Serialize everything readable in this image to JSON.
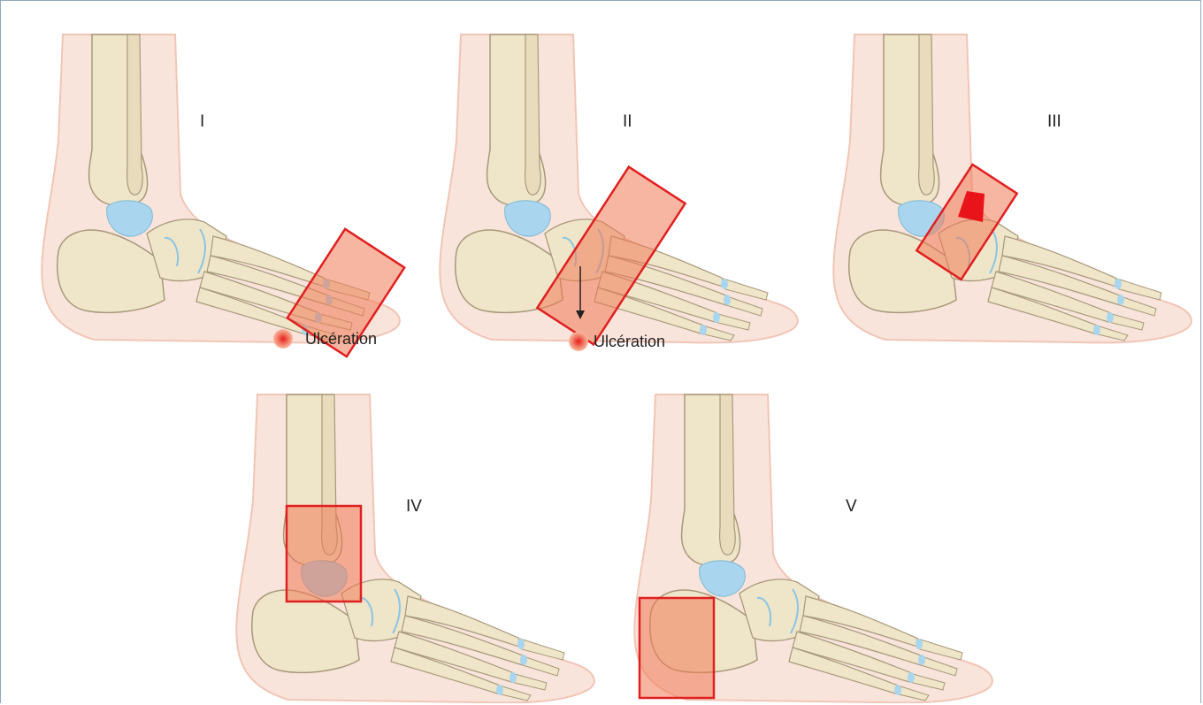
{
  "figure": {
    "panels": [
      {
        "label": "I",
        "ulcer_label": "Ulcération"
      },
      {
        "label": "II",
        "ulcer_label": "Ulcération"
      },
      {
        "label": "III"
      },
      {
        "label": "IV"
      },
      {
        "label": "V"
      }
    ]
  },
  "colors": {
    "frame_border": "#8fa8bd",
    "skin": "#f7d8cc",
    "bone": "#efe6c9",
    "bone_outline": "#a8987a",
    "cartilage": "#a9d6ee",
    "highlight_fill": "#f07a55",
    "highlight_stroke": "#e02020",
    "ulcer_core": "#e61e1e"
  }
}
